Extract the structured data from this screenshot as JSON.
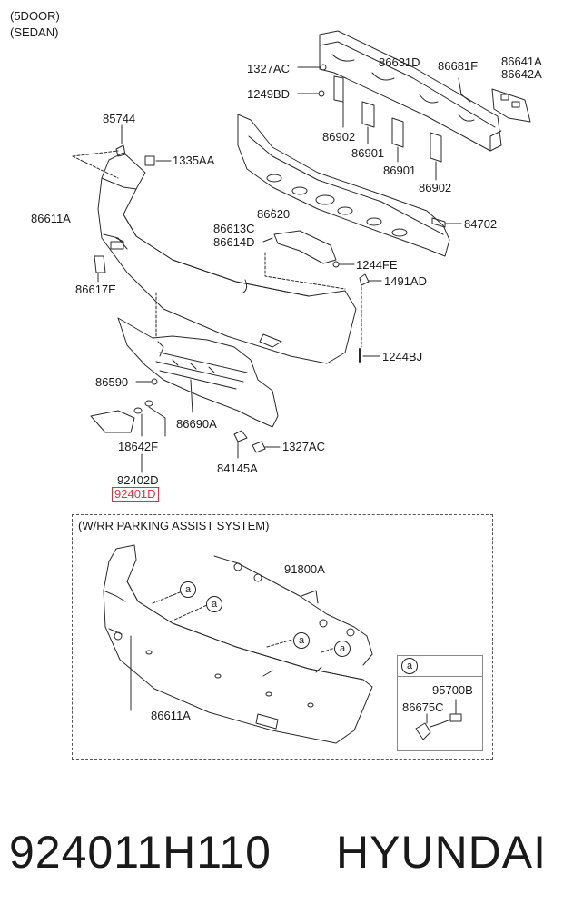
{
  "header": {
    "line1": "(5DOOR)",
    "line2": "(SEDAN)"
  },
  "labels": {
    "l1327AC_top": "1327AC",
    "l1249BD": "1249BD",
    "l86631D": "86631D",
    "l86681F": "86681F",
    "l86641A": "86641A",
    "l86642A": "86642A",
    "l85744": "85744",
    "l86902_a": "86902",
    "l86901_a": "86901",
    "l86901_b": "86901",
    "l86902_b": "86902",
    "l1335AA": "1335AA",
    "l86611A_top": "86611A",
    "l86620": "86620",
    "l84702": "84702",
    "l86613C": "86613C",
    "l86614D": "86614D",
    "l1244FE": "1244FE",
    "l1491AD": "1491AD",
    "l86617E": "86617E",
    "l1244BJ": "1244BJ",
    "l86590": "86590",
    "l86690A": "86690A",
    "l18642F": "18642F",
    "l1327AC_bot": "1327AC",
    "l84145A": "84145A",
    "l92402D": "92402D",
    "l92401D": "92401D"
  },
  "section": {
    "title": "(W/RR PARKING ASSIST SYSTEM)",
    "l91800A": "91800A",
    "l86611A_bot": "86611A",
    "callout": "a",
    "legend_key": "a",
    "l95700B": "95700B",
    "l86675C": "86675C"
  },
  "footer": {
    "part_number": "924011H110",
    "brand": "HYUNDAI"
  },
  "colors": {
    "highlight": "#e0313a",
    "line": "#2a2a2a"
  }
}
